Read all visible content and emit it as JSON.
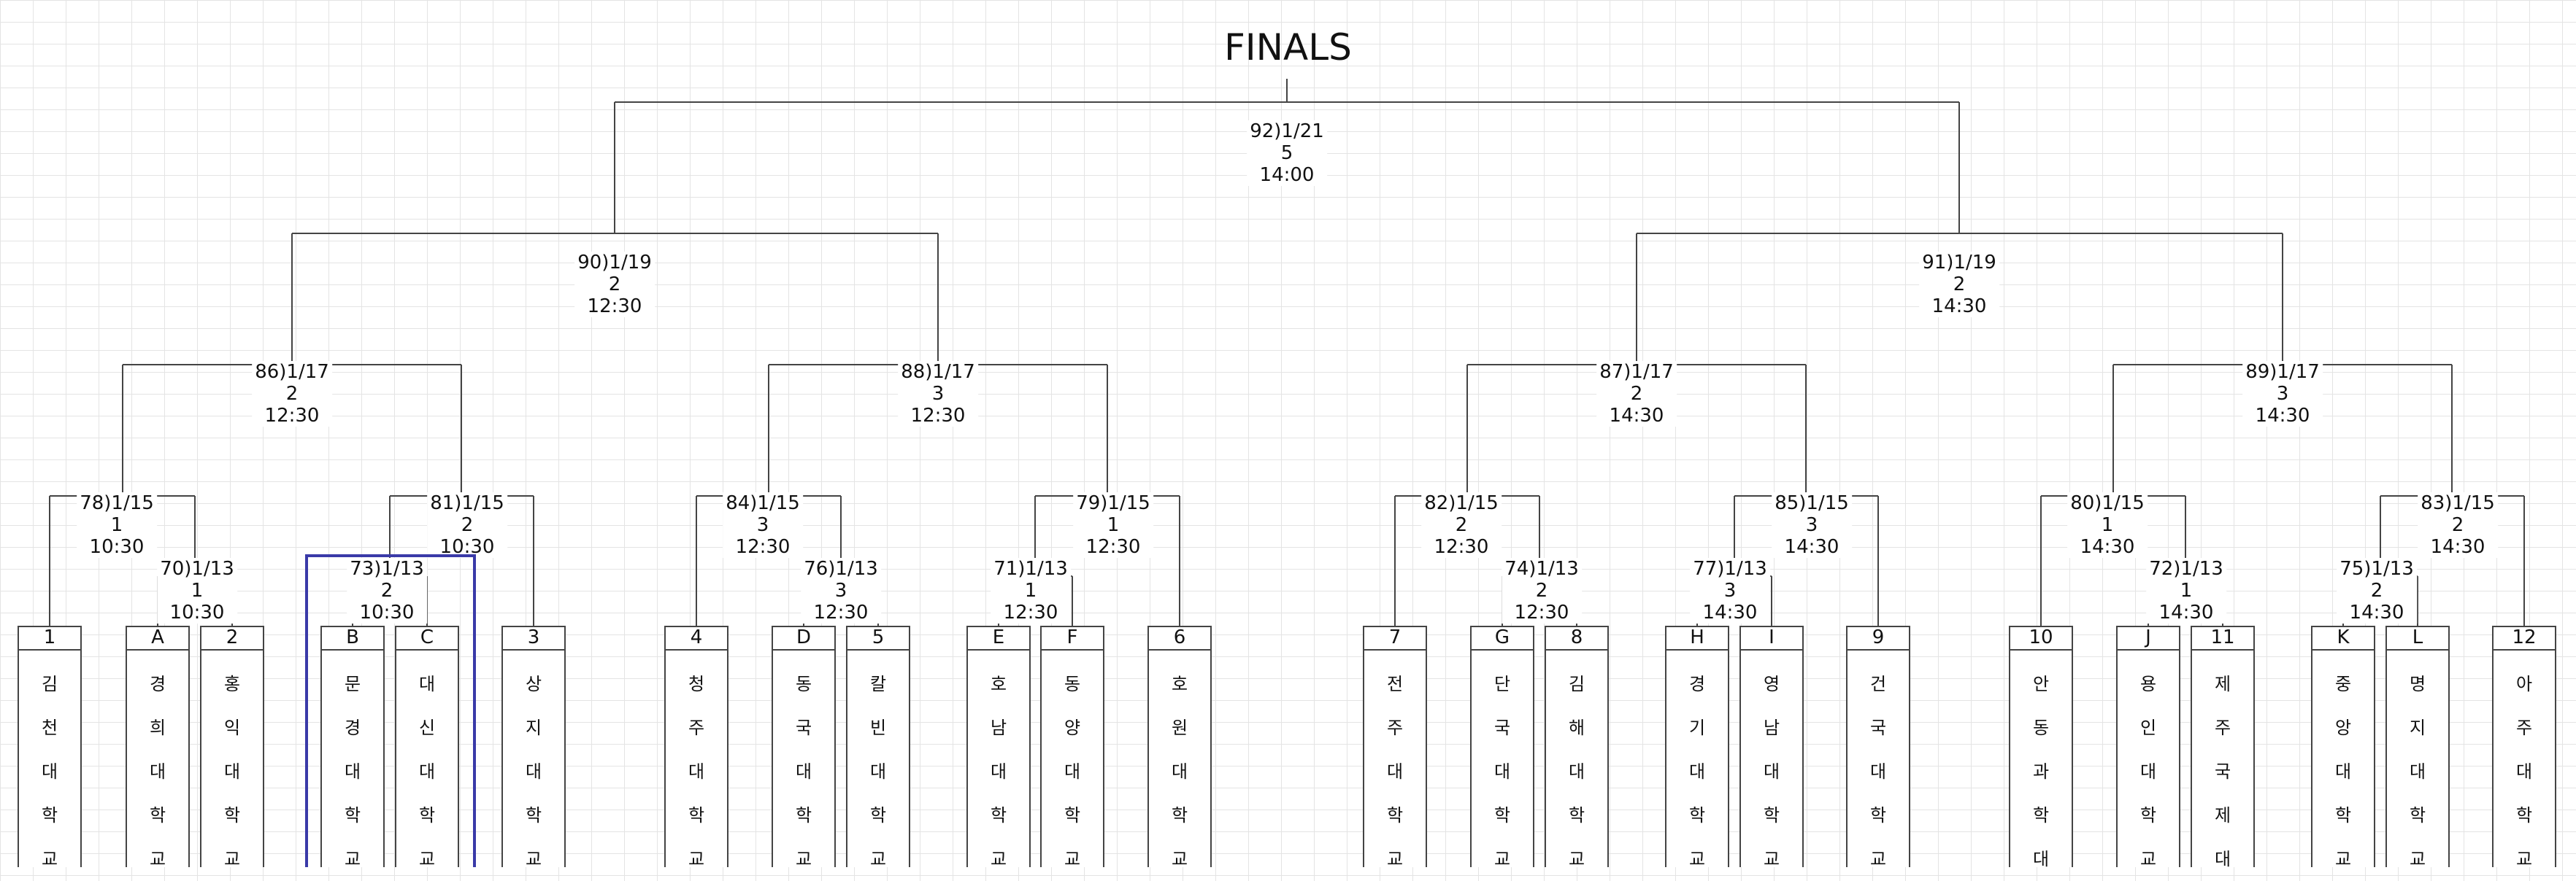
{
  "title": "FINALS",
  "matches": {
    "m92": {
      "num": "92)1/21",
      "court": "5",
      "time": "14:00"
    },
    "m90": {
      "num": "90)1/19",
      "court": "2",
      "time": "12:30"
    },
    "m91": {
      "num": "91)1/19",
      "court": "2",
      "time": "14:30"
    },
    "m86": {
      "num": "86)1/17",
      "court": "2",
      "time": "12:30"
    },
    "m88": {
      "num": "88)1/17",
      "court": "3",
      "time": "12:30"
    },
    "m87": {
      "num": "87)1/17",
      "court": "2",
      "time": "14:30"
    },
    "m89": {
      "num": "89)1/17",
      "court": "3",
      "time": "14:30"
    },
    "m78": {
      "num": "78)1/15",
      "court": "1",
      "time": "10:30"
    },
    "m81": {
      "num": "81)1/15",
      "court": "2",
      "time": "10:30"
    },
    "m84": {
      "num": "84)1/15",
      "court": "3",
      "time": "12:30"
    },
    "m79": {
      "num": "79)1/15",
      "court": "1",
      "time": "12:30"
    },
    "m82": {
      "num": "82)1/15",
      "court": "2",
      "time": "12:30"
    },
    "m85": {
      "num": "85)1/15",
      "court": "3",
      "time": "14:30"
    },
    "m80": {
      "num": "80)1/15",
      "court": "1",
      "time": "14:30"
    },
    "m83": {
      "num": "83)1/15",
      "court": "2",
      "time": "14:30"
    },
    "m70": {
      "num": "70)1/13",
      "court": "1",
      "time": "10:30"
    },
    "m73": {
      "num": "73)1/13",
      "court": "2",
      "time": "10:30"
    },
    "m76": {
      "num": "76)1/13",
      "court": "3",
      "time": "12:30"
    },
    "m71": {
      "num": "71)1/13",
      "court": "1",
      "time": "12:30"
    },
    "m74": {
      "num": "74)1/13",
      "court": "2",
      "time": "12:30"
    },
    "m77": {
      "num": "77)1/13",
      "court": "3",
      "time": "14:30"
    },
    "m72": {
      "num": "72)1/13",
      "court": "1",
      "time": "14:30"
    },
    "m75": {
      "num": "75)1/13",
      "court": "2",
      "time": "14:30"
    }
  },
  "teams": [
    {
      "id": "1",
      "name": "김천대학교"
    },
    {
      "id": "A",
      "name": "경희대학교"
    },
    {
      "id": "2",
      "name": "홍익대학교"
    },
    {
      "id": "B",
      "name": "문경대학교"
    },
    {
      "id": "C",
      "name": "대신대학교"
    },
    {
      "id": "3",
      "name": "상지대학교"
    },
    {
      "id": "4",
      "name": "청주대학교"
    },
    {
      "id": "D",
      "name": "동국대학교"
    },
    {
      "id": "5",
      "name": "칼빈대학교"
    },
    {
      "id": "E",
      "name": "호남대학교"
    },
    {
      "id": "F",
      "name": "동양대학교"
    },
    {
      "id": "6",
      "name": "호원대학교"
    },
    {
      "id": "7",
      "name": "전주대학교"
    },
    {
      "id": "G",
      "name": "단국대학교"
    },
    {
      "id": "8",
      "name": "김해대학교"
    },
    {
      "id": "H",
      "name": "경기대학교"
    },
    {
      "id": "I",
      "name": "영남대학교"
    },
    {
      "id": "9",
      "name": "건국대학교"
    },
    {
      "id": "10",
      "name": "안동과학대"
    },
    {
      "id": "J",
      "name": "용인대학교"
    },
    {
      "id": "11",
      "name": "제주국제대"
    },
    {
      "id": "K",
      "name": "중앙대학교"
    },
    {
      "id": "L",
      "name": "명지대학교"
    },
    {
      "id": "12",
      "name": "아주대학교"
    }
  ],
  "colors": {
    "line": "#444444",
    "highlight": "#3a3aa8",
    "grid": "#e4e4e4"
  }
}
